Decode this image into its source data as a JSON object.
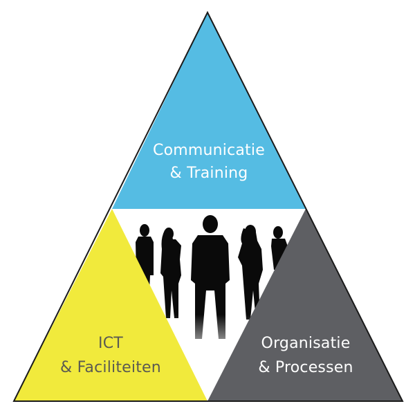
{
  "diagram": {
    "sections": {
      "top": {
        "line1": "Communicatie",
        "line2": "& Training",
        "color": "#55bce3",
        "text_color": "#ffffff"
      },
      "left": {
        "line1": "ICT",
        "line2": "& Faciliteiten",
        "color": "#f1ea3c",
        "text_color": "#5a5a52"
      },
      "right": {
        "line1": "Organisatie",
        "line2": "& Processen",
        "color": "#5e5f63",
        "text_color": "#ffffff"
      }
    },
    "outline_color": "#1a1a1a",
    "center_icon": "people-silhouettes"
  }
}
